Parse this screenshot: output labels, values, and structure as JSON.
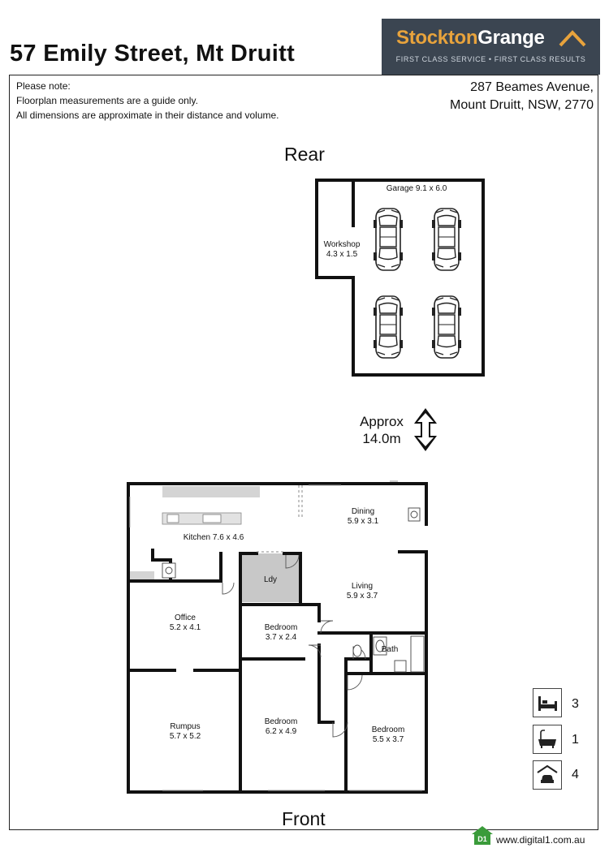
{
  "header": {
    "title": "57 Emily Street, Mt Druitt",
    "logo": {
      "name_part1": "Stockton",
      "name_part2": "Grange",
      "tagline": "FIRST CLASS SERVICE  •  FIRST CLASS RESULTS"
    }
  },
  "notes": [
    "Please note:",
    "Floorplan measurements are a guide only.",
    "All dimensions are approximate in their distance and volume."
  ],
  "agency_address": {
    "line1": "287 Beames Avenue,",
    "line2": "Mount Druitt, NSW, 2770"
  },
  "orientation": {
    "rear": "Rear",
    "front": "Front"
  },
  "separation": {
    "line1": "Approx",
    "line2": "14.0m"
  },
  "rooms": {
    "garage": {
      "name": "Garage",
      "dims": "9.1 x 6.0"
    },
    "workshop": {
      "name": "Workshop",
      "dims": "4.3 x 1.5"
    },
    "dining": {
      "name": "Dining",
      "dims": "5.9 x 3.1"
    },
    "kitchen": {
      "name": "Kitchen",
      "dims": "7.6 x 4.6"
    },
    "laundry": {
      "name": "Ldy"
    },
    "living": {
      "name": "Living",
      "dims": "5.9 x 3.7"
    },
    "office": {
      "name": "Office",
      "dims": "5.2 x 4.1"
    },
    "bedroom_small": {
      "name": "Bedroom",
      "dims": "3.7 x 2.4"
    },
    "bath": {
      "name": "Bath"
    },
    "rumpus": {
      "name": "Rumpus",
      "dims": "5.7 x 5.2"
    },
    "bedroom_mid": {
      "name": "Bedroom",
      "dims": "6.2 x 4.9"
    },
    "bedroom_right": {
      "name": "Bedroom",
      "dims": "5.5 x 3.7"
    }
  },
  "stats": {
    "bedrooms": "3",
    "bathrooms": "1",
    "car_spaces": "4"
  },
  "icons": {
    "bed": "bed-icon",
    "bath": "bathtub-icon",
    "car": "garage-car-icon",
    "brand": "digital1-house-icon"
  },
  "footer": {
    "brand_badge": "D1",
    "website": "www.digital1.com.au"
  },
  "colors": {
    "logo_bg": "#3b4551",
    "logo_accent": "#e8a33c",
    "laundry_fill": "#c8c8c8",
    "bench_fill": "#d4d4d4",
    "wall": "#111111"
  }
}
